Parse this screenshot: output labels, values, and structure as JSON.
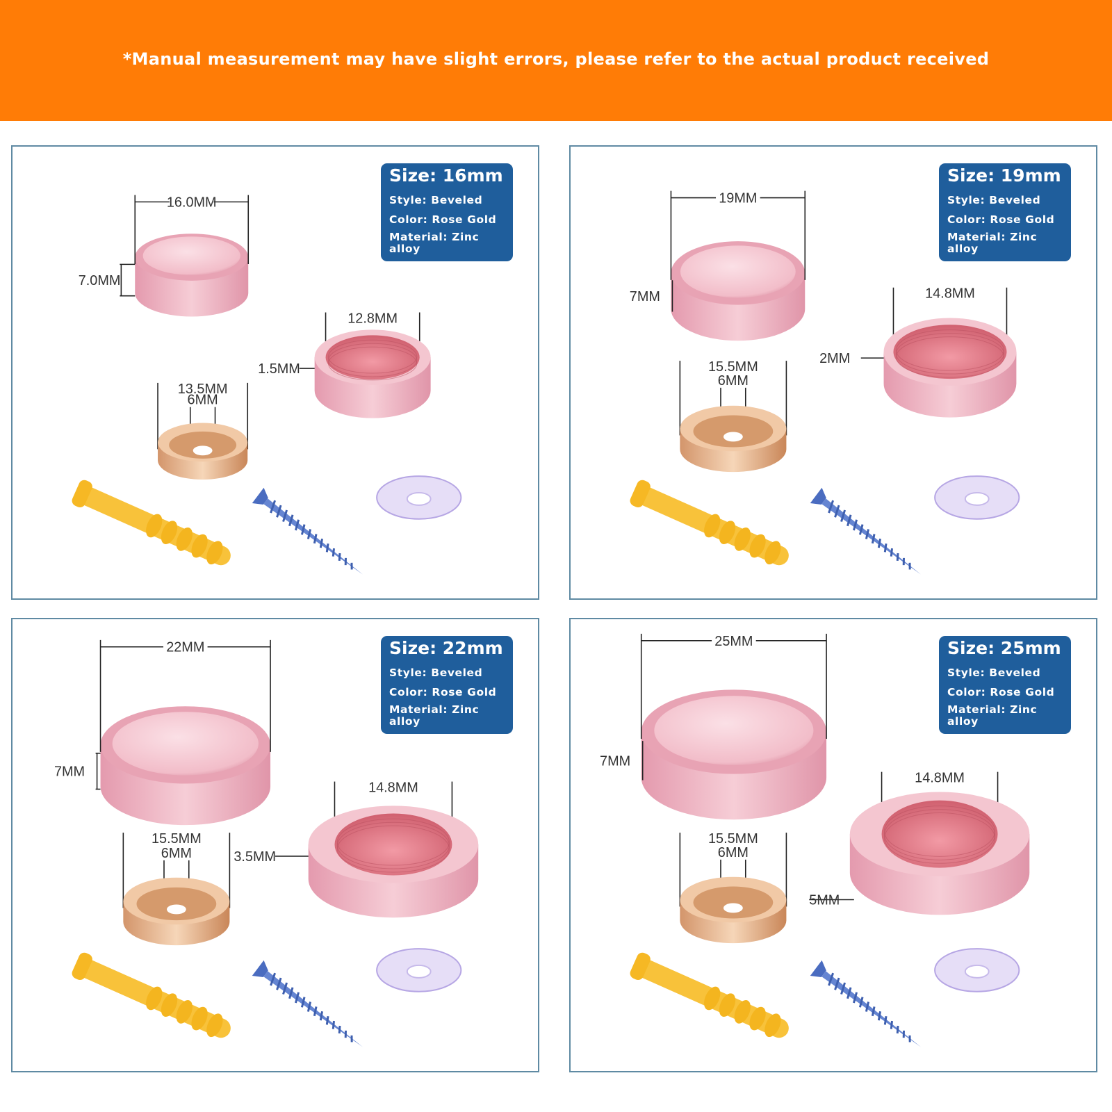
{
  "banner": {
    "text": "*Manual measurement may have slight errors, please refer to the actual product received"
  },
  "panels": [
    {
      "size": "Size: 16mm",
      "style": "Style: Beveled",
      "color": "Color: Rose Gold",
      "material": "Material: Zinc alloy",
      "cap_diameter": "16.0MM",
      "cap_height": "7.0MM",
      "socket_inner": "12.8MM",
      "socket_wall": "1.5MM",
      "washer_outer": "13.5MM",
      "washer_hole": "6MM"
    },
    {
      "size": "Size: 19mm",
      "style": "Style: Beveled",
      "color": "Color: Rose Gold",
      "material": "Material: Zinc alloy",
      "cap_diameter": "19MM",
      "cap_height": "7MM",
      "socket_inner": "14.8MM",
      "socket_wall": "2MM",
      "washer_outer": "15.5MM",
      "washer_hole": "6MM"
    },
    {
      "size": "Size: 22mm",
      "style": "Style: Beveled",
      "color": "Color: Rose Gold",
      "material": "Material: Zinc alloy",
      "cap_diameter": "22MM",
      "cap_height": "7MM",
      "socket_inner": "14.8MM",
      "socket_wall": "3.5MM",
      "washer_outer": "15.5MM",
      "washer_hole": "6MM"
    },
    {
      "size": "Size: 25mm",
      "style": "Style: Beveled",
      "color": "Color: Rose Gold",
      "material": "Material: Zinc alloy",
      "cap_diameter": "25MM",
      "cap_height": "7MM",
      "socket_inner": "14.8MM",
      "socket_wall": "5MM",
      "washer_outer": "15.5MM",
      "washer_hole": "6MM"
    }
  ],
  "colors": {
    "banner": "#ff7c06",
    "info_box": "#1f5e9c",
    "rose_gold": "#eeaebd",
    "gold": "#e7b48c",
    "anchor": "#f8c23a",
    "screw": "#5a7ac8",
    "pad": "#e4dcf5"
  }
}
